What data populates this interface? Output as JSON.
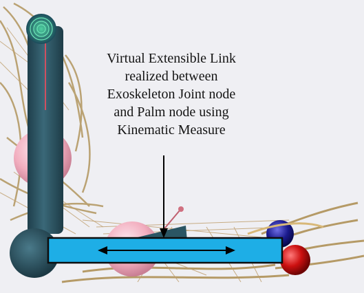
{
  "annotation": {
    "lines": [
      "Virtual Extensible Link",
      "realized between",
      "Exoskeleton Joint node",
      "and Palm node using",
      "Kinematic Measure"
    ]
  },
  "colors": {
    "background": "#efeff3",
    "link_bar": "#1eaee6",
    "exoskeleton": "#2b5563",
    "cable": "#b59a66",
    "pink_sphere": "#f2aebf",
    "red_sphere": "#cc1010",
    "blue_sphere": "#1a1a8c"
  },
  "icons": {
    "double_arrow": "double-headed-arrow-icon",
    "pointer": "down-arrow-icon"
  }
}
